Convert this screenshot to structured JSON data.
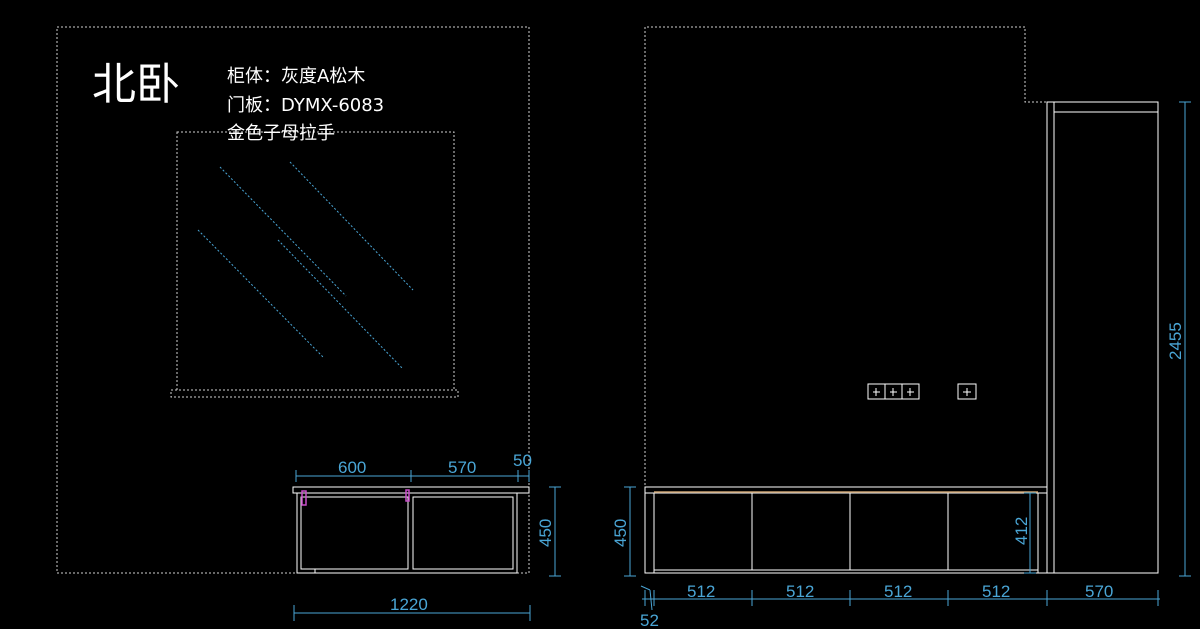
{
  "drawing": {
    "room_title": "北卧",
    "notes": [
      "柜体：灰度A松木",
      "门板：DYMX-6083",
      "金色子母拉手"
    ]
  },
  "left_view": {
    "dimensions": {
      "width_600": "600",
      "width_570": "570",
      "width_50": "50",
      "height_450": "450",
      "total_1220": "1220"
    }
  },
  "right_view": {
    "dimensions": {
      "height_450": "450",
      "height_412": "412",
      "height_2455": "2455",
      "widths": [
        "512",
        "512",
        "512",
        "512",
        "570"
      ],
      "offset_52": "52"
    }
  },
  "colors": {
    "background": "#000000",
    "line": "#ffffff",
    "dimension": "#4aa6d6",
    "handle": "#c84fc8",
    "wood_strip": "#c8a070"
  }
}
